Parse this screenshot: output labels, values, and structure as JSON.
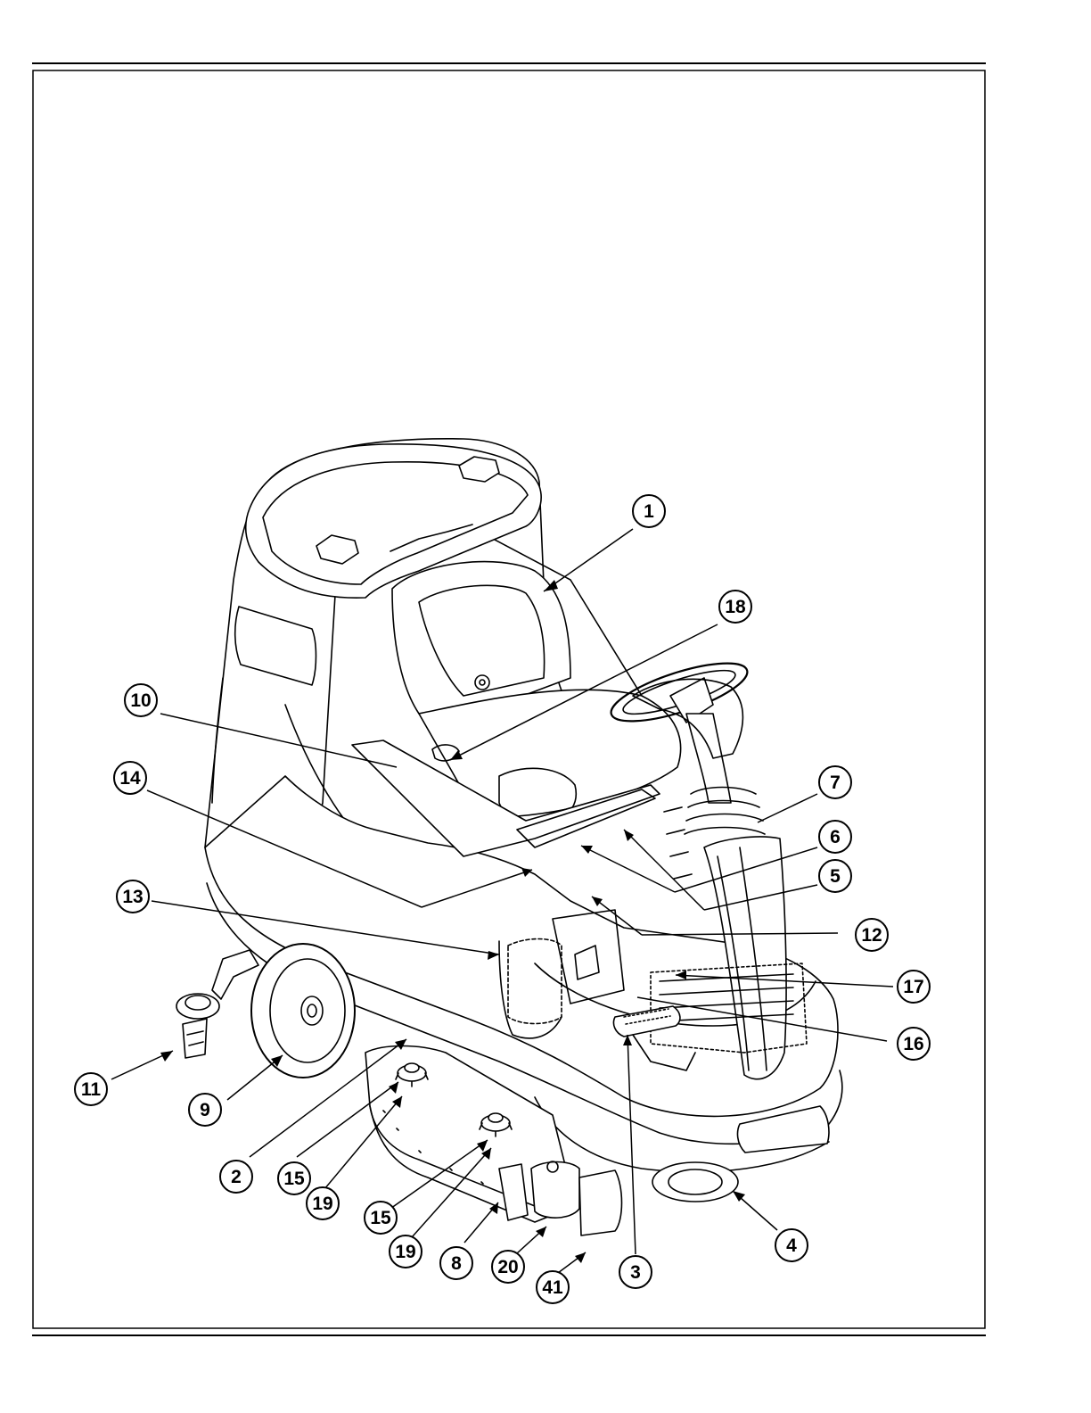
{
  "callouts": [
    {
      "label": "1"
    },
    {
      "label": "18"
    },
    {
      "label": "10"
    },
    {
      "label": "14"
    },
    {
      "label": "7"
    },
    {
      "label": "6"
    },
    {
      "label": "5"
    },
    {
      "label": "13"
    },
    {
      "label": "12"
    },
    {
      "label": "17"
    },
    {
      "label": "16"
    },
    {
      "label": "11"
    },
    {
      "label": "9"
    },
    {
      "label": "2"
    },
    {
      "label": "15"
    },
    {
      "label": "19"
    },
    {
      "label": "15"
    },
    {
      "label": "19"
    },
    {
      "label": "8"
    },
    {
      "label": "20"
    },
    {
      "label": "41"
    },
    {
      "label": "3"
    },
    {
      "label": "4"
    }
  ]
}
